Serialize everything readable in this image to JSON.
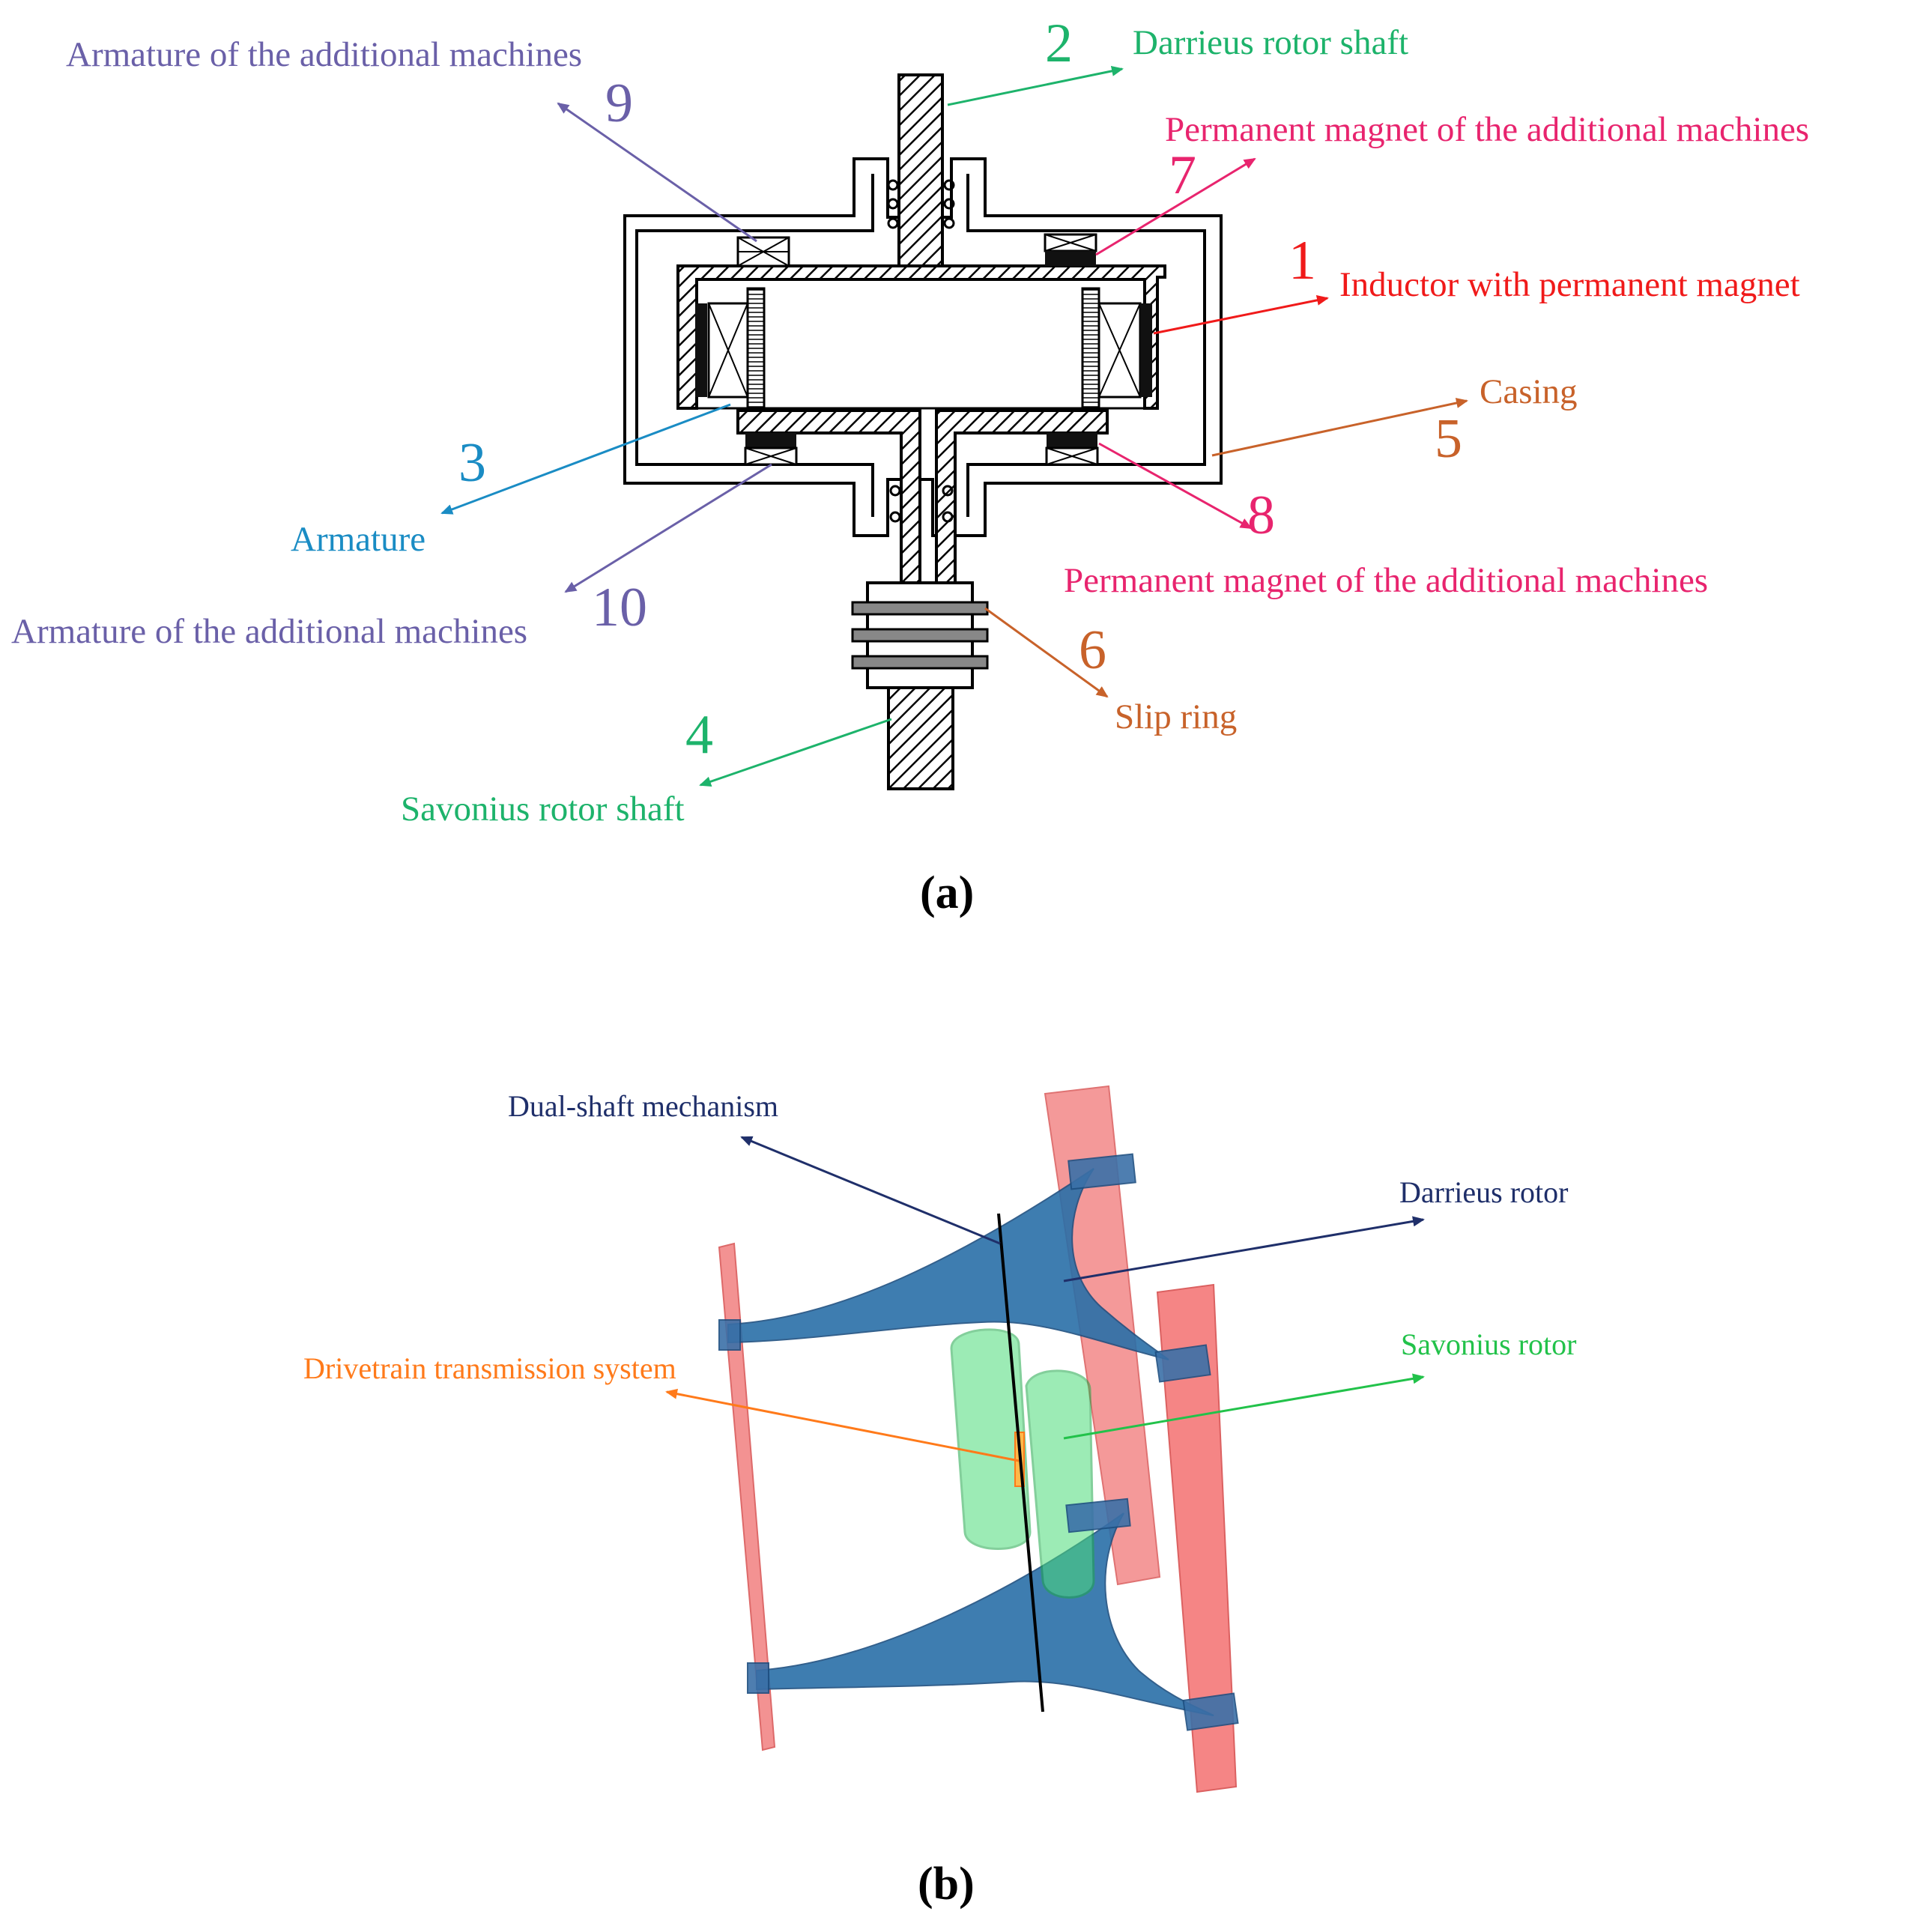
{
  "colors": {
    "green": "#1db36b",
    "red": "#f01a1a",
    "magenta": "#e8246e",
    "blue": "#1a8cc4",
    "purple": "#6a60a8",
    "orange": "#c8622a",
    "navy": "#1f2f6a",
    "drive_orange": "#ff7a1a",
    "savonius_green": "#22c24a"
  },
  "panel_a": {
    "caption": "(a)",
    "labels": [
      {
        "id": "darrieus-shaft",
        "num": "2",
        "text": "Darrieus rotor shaft",
        "color": "green"
      },
      {
        "id": "pm-additional-top",
        "num": "7",
        "text": "Permanent magnet of the additional machines",
        "color": "magenta"
      },
      {
        "id": "inductor",
        "num": "1",
        "text": "Inductor with permanent magnet",
        "color": "red"
      },
      {
        "id": "casing",
        "num": "5",
        "text": "Casing",
        "color": "orange"
      },
      {
        "id": "pm-additional-bottom",
        "num": "8",
        "text": "Permanent magnet of the additional machines",
        "color": "magenta"
      },
      {
        "id": "slip-ring",
        "num": "6",
        "text": "Slip ring",
        "color": "orange"
      },
      {
        "id": "savonius-shaft",
        "num": "4",
        "text": "Savonius rotor shaft",
        "color": "green"
      },
      {
        "id": "armature-add-bottom",
        "num": "10",
        "text": "Armature of the additional machines",
        "color": "purple"
      },
      {
        "id": "armature",
        "num": "3",
        "text": "Armature",
        "color": "blue"
      },
      {
        "id": "armature-add-top",
        "num": "9",
        "text": "Armature of the additional machines",
        "color": "purple"
      }
    ]
  },
  "panel_b": {
    "caption": "(b)",
    "labels": [
      {
        "id": "dual-shaft",
        "text": "Dual-shaft mechanism",
        "color": "navy"
      },
      {
        "id": "darrieus-rotor",
        "text": "Darrieus rotor",
        "color": "navy"
      },
      {
        "id": "savonius-rotor",
        "text": "Savonius rotor",
        "color": "savonius_green"
      },
      {
        "id": "drivetrain",
        "text": "Drivetrain transmission system",
        "color": "drive_orange"
      }
    ]
  }
}
